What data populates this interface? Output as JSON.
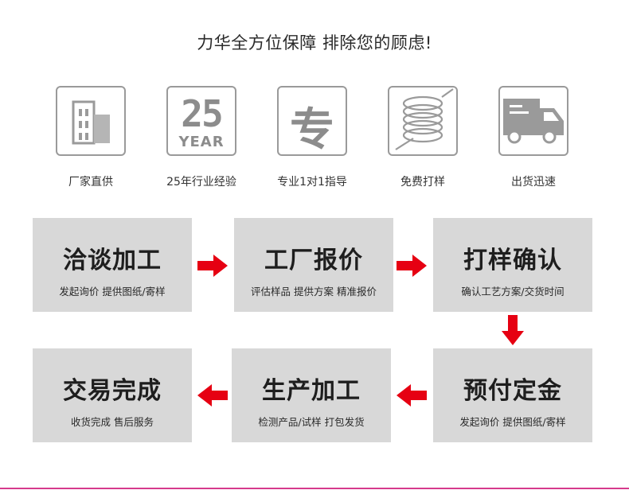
{
  "title": "力华全方位保障 排除您的顾虑!",
  "features": [
    {
      "icon": "building-icon",
      "label": "厂家直供"
    },
    {
      "icon": "25-year-icon",
      "label": "25年行业经验",
      "icon_number": "25",
      "icon_text": "YEAR"
    },
    {
      "icon": "zhuan-icon",
      "label": "专业1对1指导",
      "icon_text": "专"
    },
    {
      "icon": "coil-icon",
      "label": "免费打样"
    },
    {
      "icon": "truck-icon",
      "label": "出货迅速"
    }
  ],
  "steps": [
    {
      "title": "洽谈加工",
      "sub": "发起询价 提供图纸/寄样"
    },
    {
      "title": "工厂报价",
      "sub": "评估样品 提供方案 精准报价"
    },
    {
      "title": "打样确认",
      "sub": "确认工艺方案/交货时间"
    },
    {
      "title": "预付定金",
      "sub": "发起询价 提供图纸/寄样"
    },
    {
      "title": "生产加工",
      "sub": "检测产品/试样 打包发货"
    },
    {
      "title": "交易完成",
      "sub": "收货完成 售后服务"
    }
  ],
  "colors": {
    "step_bg": "#d8d8d8",
    "arrow": "#e60012",
    "icon_gray": "#9a9a9a",
    "accent_line": "#d63a8c"
  }
}
